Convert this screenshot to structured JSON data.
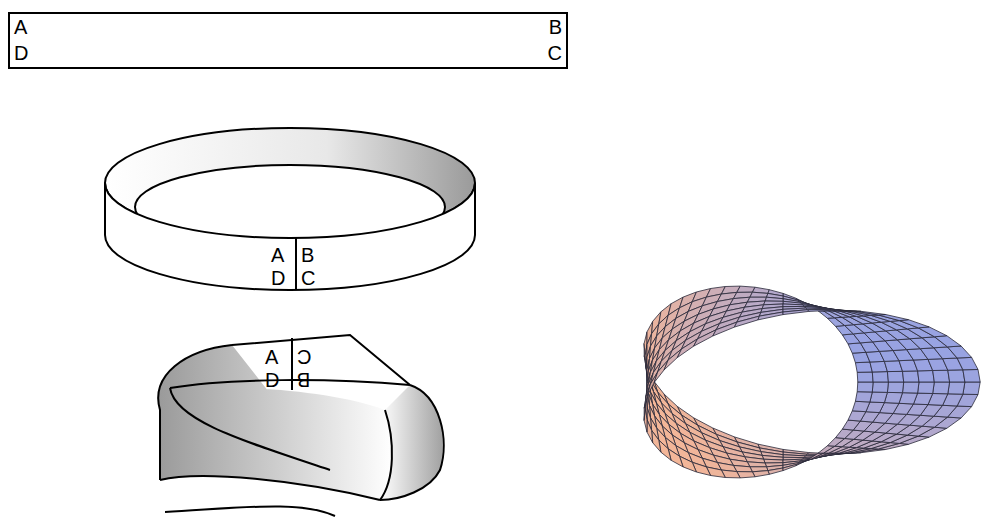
{
  "diagram": {
    "nodes": [
      {
        "text": [
          "A",
          "D",
          "B",
          "C"
        ]
      }
    ],
    "labels": [
      "A",
      "D",
      "B",
      "C",
      "A",
      "D",
      "C",
      "B"
    ]
  }
}
